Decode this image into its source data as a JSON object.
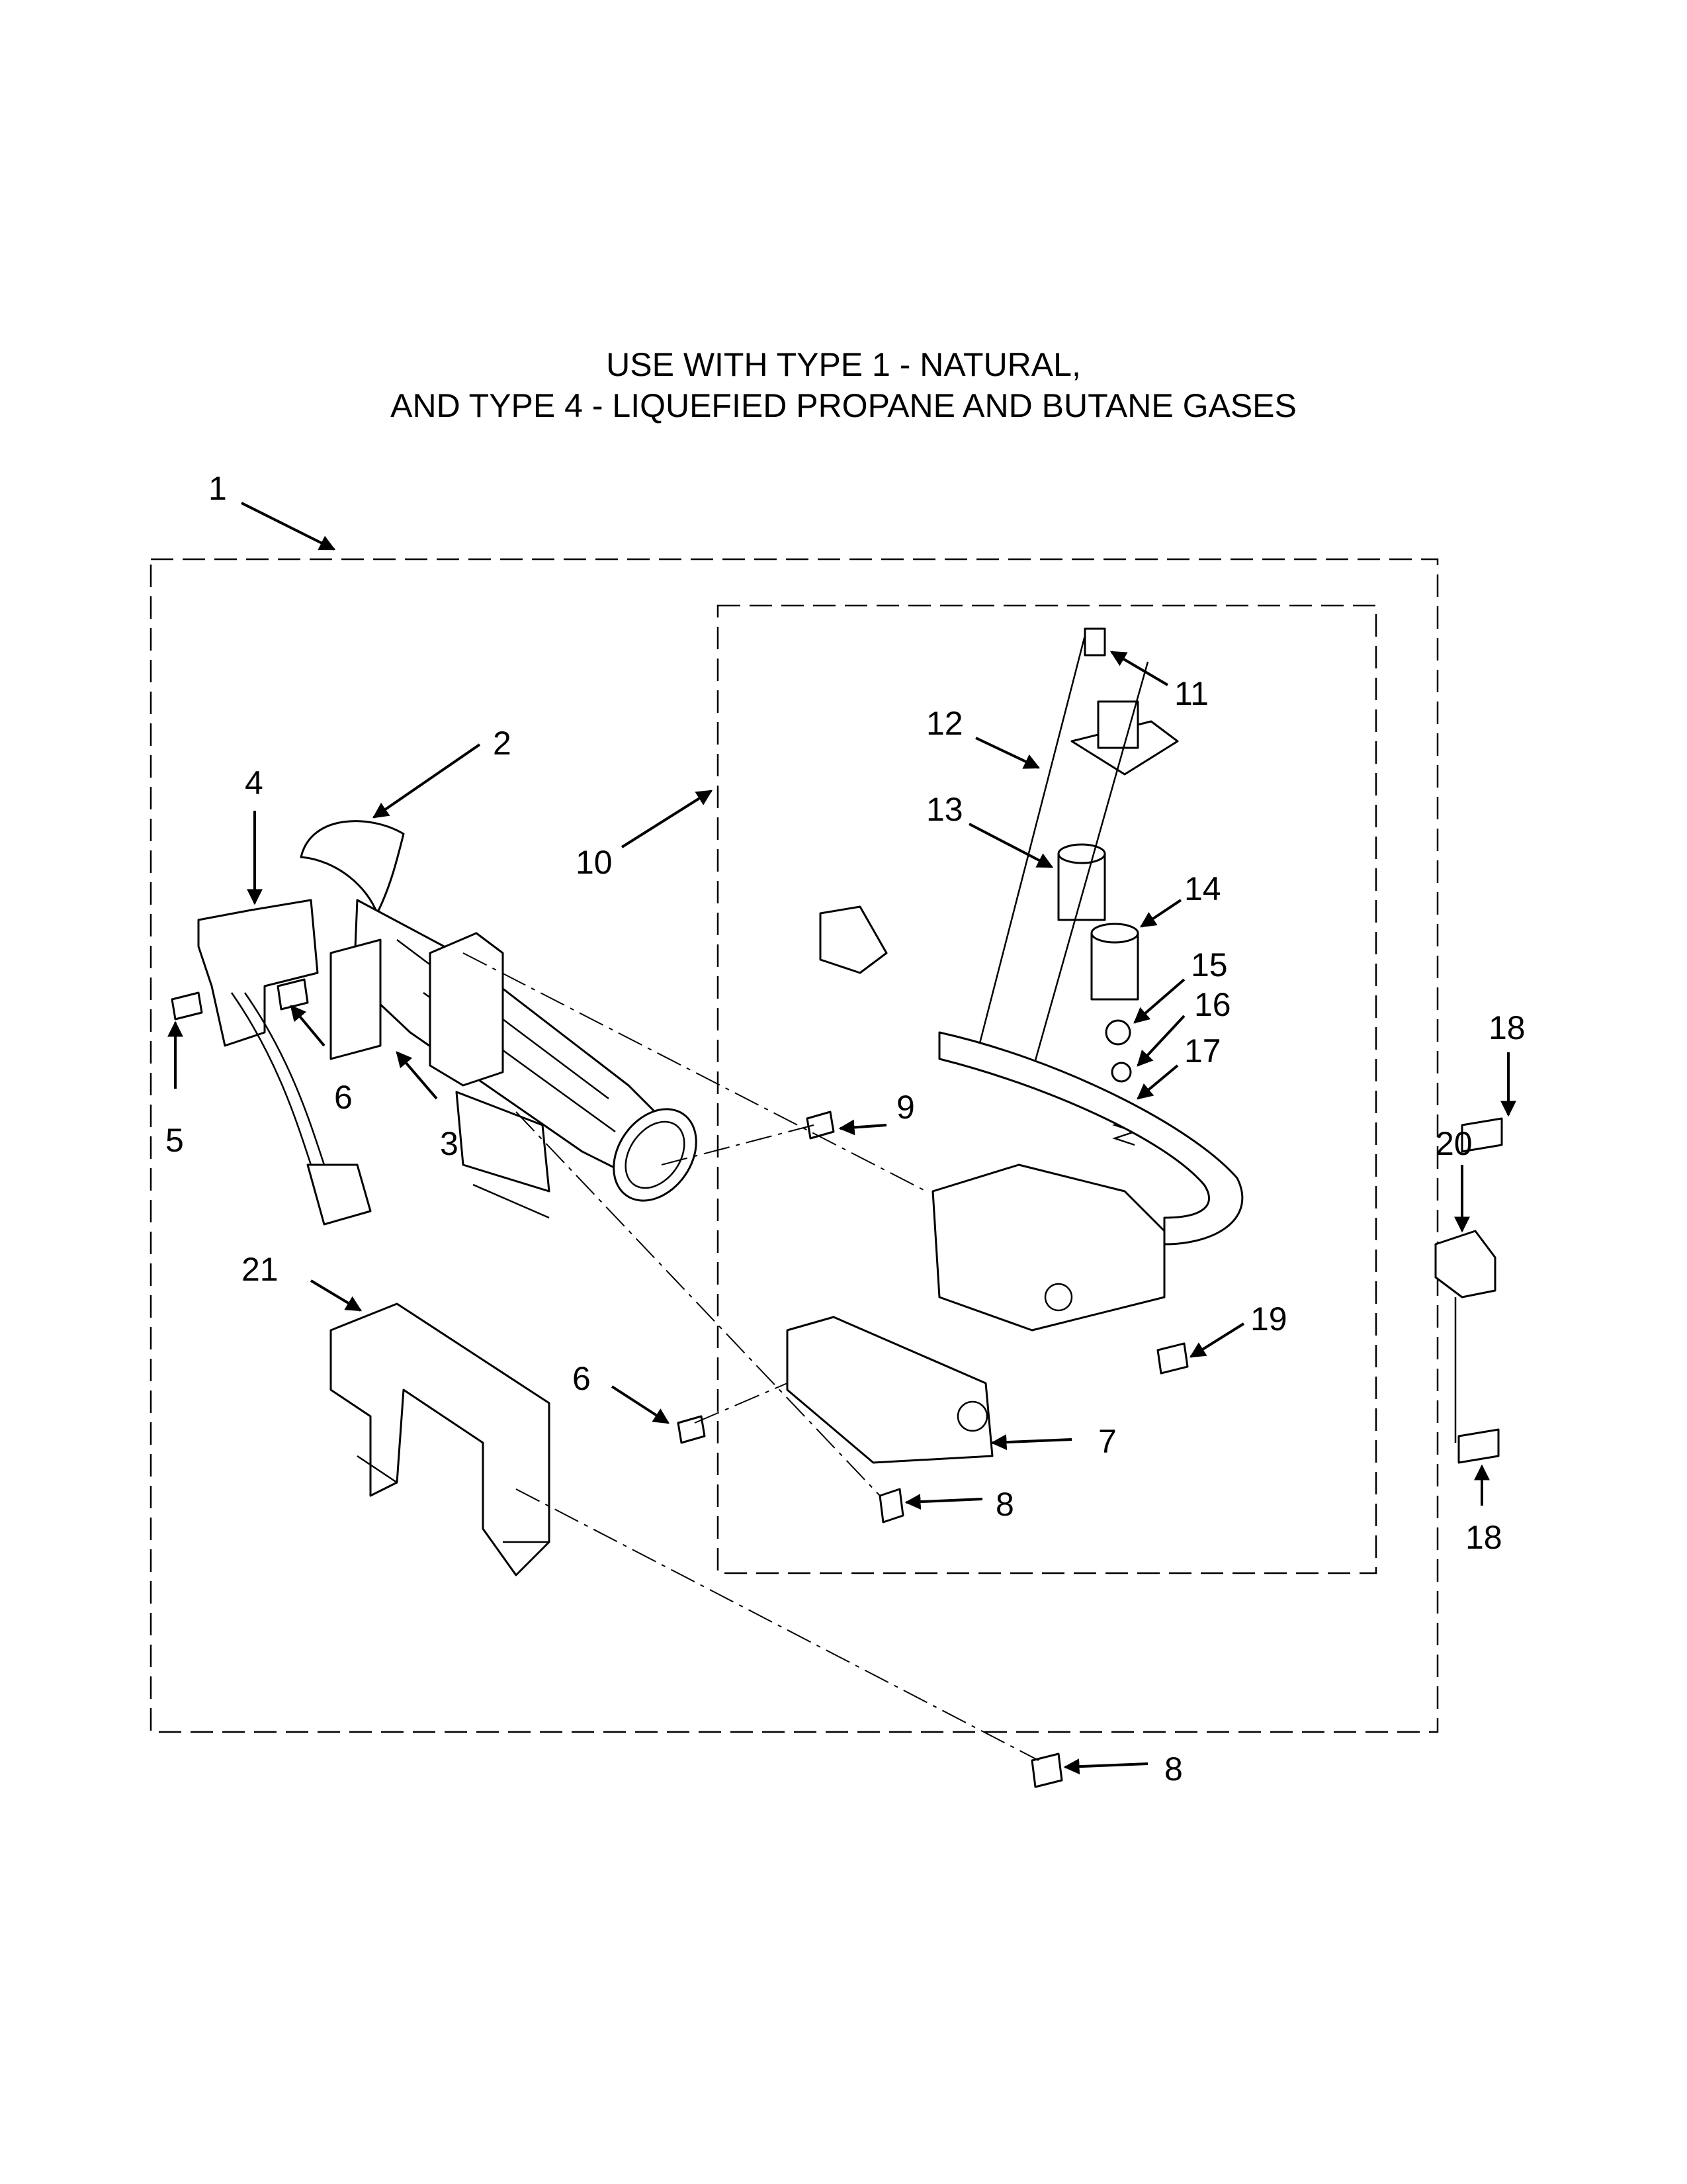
{
  "title": {
    "line1": "USE WITH TYPE 1 - NATURAL,",
    "line2": "AND TYPE 4 - LIQUEFIED PROPANE AND BUTANE GASES"
  },
  "callouts": [
    {
      "key": "c1",
      "text": "1"
    },
    {
      "key": "c2",
      "text": "2"
    },
    {
      "key": "c3",
      "text": "3"
    },
    {
      "key": "c4",
      "text": "4"
    },
    {
      "key": "c5",
      "text": "5"
    },
    {
      "key": "c6a",
      "text": "6"
    },
    {
      "key": "c6b",
      "text": "6"
    },
    {
      "key": "c7",
      "text": "7"
    },
    {
      "key": "c8a",
      "text": "8"
    },
    {
      "key": "c8b",
      "text": "8"
    },
    {
      "key": "c9",
      "text": "9"
    },
    {
      "key": "c10",
      "text": "10"
    },
    {
      "key": "c11",
      "text": "11"
    },
    {
      "key": "c12",
      "text": "12"
    },
    {
      "key": "c13",
      "text": "13"
    },
    {
      "key": "c14",
      "text": "14"
    },
    {
      "key": "c15",
      "text": "15"
    },
    {
      "key": "c16",
      "text": "16"
    },
    {
      "key": "c17",
      "text": "17"
    },
    {
      "key": "c18a",
      "text": "18"
    },
    {
      "key": "c18b",
      "text": "18"
    },
    {
      "key": "c19",
      "text": "19"
    },
    {
      "key": "c20",
      "text": "20"
    },
    {
      "key": "c21",
      "text": "21"
    }
  ]
}
